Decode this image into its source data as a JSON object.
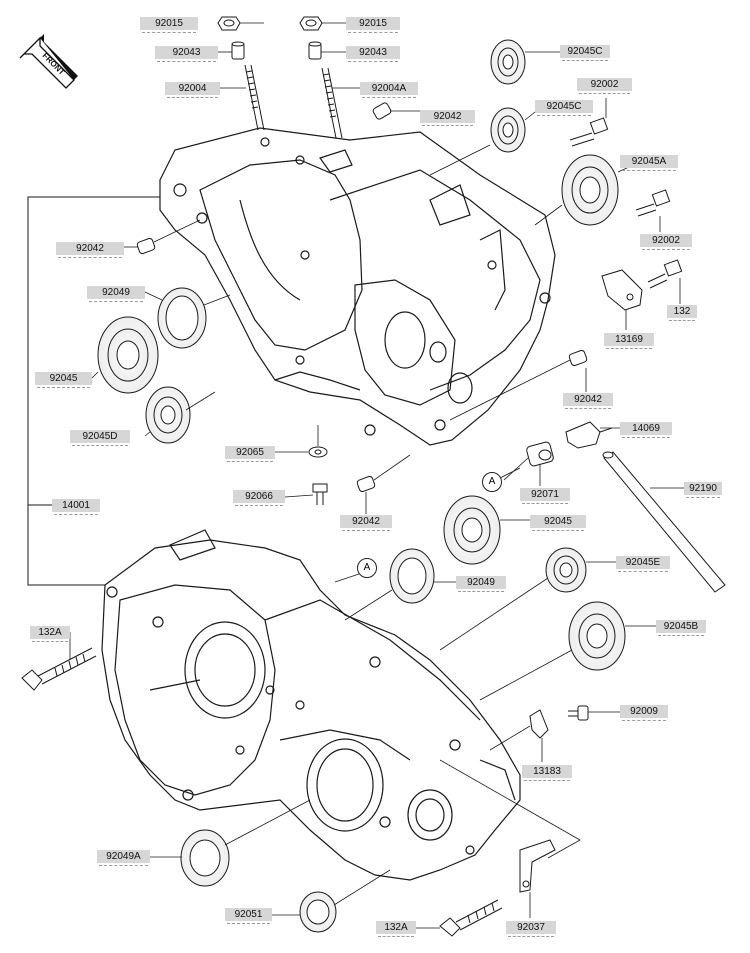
{
  "front_badge": "FRONT",
  "callout_letter": "A",
  "labels": {
    "p92015_left": "92015",
    "p92015_right": "92015",
    "p92043_left": "92043",
    "p92043_right": "92043",
    "p92004": "92004",
    "p92004A": "92004A",
    "p92045C_top": "92045C",
    "p92002_top": "92002",
    "p92042_top": "92042",
    "p92045C_mid": "92045C",
    "p92045A": "92045A",
    "p92002_mid": "92002",
    "p92042_left": "92042",
    "p92049_upper": "92049",
    "p132_right": "132",
    "p13169": "13169",
    "p92045_left": "92045",
    "p92042_right": "92042",
    "p92045D": "92045D",
    "p14069": "14069",
    "p92065": "92065",
    "p92071": "92071",
    "p92190": "92190",
    "p92066": "92066",
    "p14001": "14001",
    "p92042_lower": "92042",
    "p92045_lower": "92045",
    "p92045E": "92045E",
    "p92049_lower": "92049",
    "p132A_left": "132A",
    "p92045B": "92045B",
    "p92009": "92009",
    "p13183": "13183",
    "p92049A": "92049A",
    "p92051": "92051",
    "p132A_bottom": "132A",
    "p92037": "92037"
  },
  "colors": {
    "line": "#1a1a1a",
    "label_bg": "#d6d6d6",
    "background": "#ffffff"
  }
}
